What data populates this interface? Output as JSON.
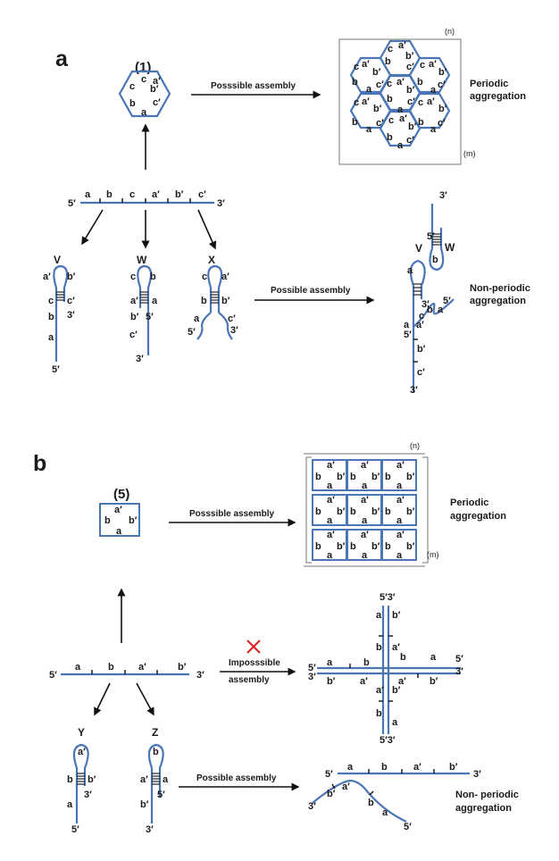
{
  "panel_a": {
    "label": "a",
    "monomer_name": "(1)",
    "hex_labels": {
      "top": "c",
      "right_top": "a′",
      "right_bottom": "b′",
      "inner_right": "c′",
      "left": "b",
      "bottom": "a"
    },
    "strand": {
      "end5": "5′",
      "end3": "3′",
      "domains": [
        "a",
        "b",
        "c",
        "a′",
        "b′",
        "c′"
      ]
    },
    "assembly_label": "Posssible assembly",
    "periodic_caption": [
      "Periodic",
      "aggregation"
    ],
    "bracket_n": "(n)",
    "bracket_m": "(m)",
    "hairpins": [
      {
        "name": "V",
        "labels": [
          "a′",
          "b′",
          "c",
          "c′",
          "b",
          "3′",
          "a",
          "5′"
        ]
      },
      {
        "name": "W",
        "labels": [
          "c",
          "b",
          "a′",
          "a",
          "b′",
          "5′",
          "c′",
          "3′"
        ]
      },
      {
        "name": "X",
        "labels": [
          "c",
          "a′",
          "b",
          "b′",
          "a",
          "c′",
          "5′",
          "3′"
        ]
      }
    ],
    "nonperiodic_assembly_label": "Possible assembly",
    "nonperiodic_caption": [
      "Non-periodic",
      "aggregation"
    ],
    "complex_labels": {
      "w_3": "3′",
      "w_5": "5′",
      "w_name": "W",
      "w_b": "b",
      "v_name": "V",
      "v_a": "a",
      "v_3": "3′",
      "v_5": "5′",
      "c": "c",
      "a2": "a",
      "a_prime": "a′",
      "b": "b",
      "b_prime": "b′",
      "c_prime": "c′",
      "end3": "3′",
      "right5": "5′"
    }
  },
  "panel_b": {
    "label": "b",
    "monomer_name": "(5)",
    "square_labels": {
      "top": "a′",
      "left": "b",
      "right": "b′",
      "bottom": "a"
    },
    "strand": {
      "end5": "5′",
      "end3": "3′",
      "domains": [
        "a",
        "b",
        "a′",
        "b′"
      ]
    },
    "assembly_label": "Posssible assembly",
    "periodic_caption": [
      "Periodic",
      "aggregation"
    ],
    "bracket_n": "(n)",
    "bracket_m": "(m)",
    "impossible_label": [
      "Imposssible",
      "assembly"
    ],
    "hairpins": [
      {
        "name": "Y",
        "labels": [
          "a′",
          "b",
          "b′",
          "3′",
          "a",
          "5′"
        ]
      },
      {
        "name": "Z",
        "labels": [
          "b",
          "a′",
          "a",
          "5′",
          "b′",
          "3′"
        ]
      }
    ],
    "cross_labels": {
      "top_ends": "5′3′",
      "bottom_ends": "5′3′",
      "left_5": "5′",
      "left_3": "3′",
      "right_5": "5′",
      "right_3": "3′",
      "a": "a",
      "b": "b",
      "a_prime": "a′",
      "b_prime": "b′"
    },
    "nonperiodic_assembly_label": "Possible assembly",
    "nonperiodic_caption": [
      "Non- periodic",
      "aggregation"
    ],
    "complex_labels": {
      "top5": "5′",
      "top3": "3′",
      "bot3": "3′",
      "bot5": "5′",
      "a": "a",
      "b": "b",
      "a_prime": "a′",
      "b_prime": "b′"
    }
  },
  "colors": {
    "strand": "#4a76b6",
    "cross": "#e02020",
    "ink": "#1a1a1a"
  }
}
